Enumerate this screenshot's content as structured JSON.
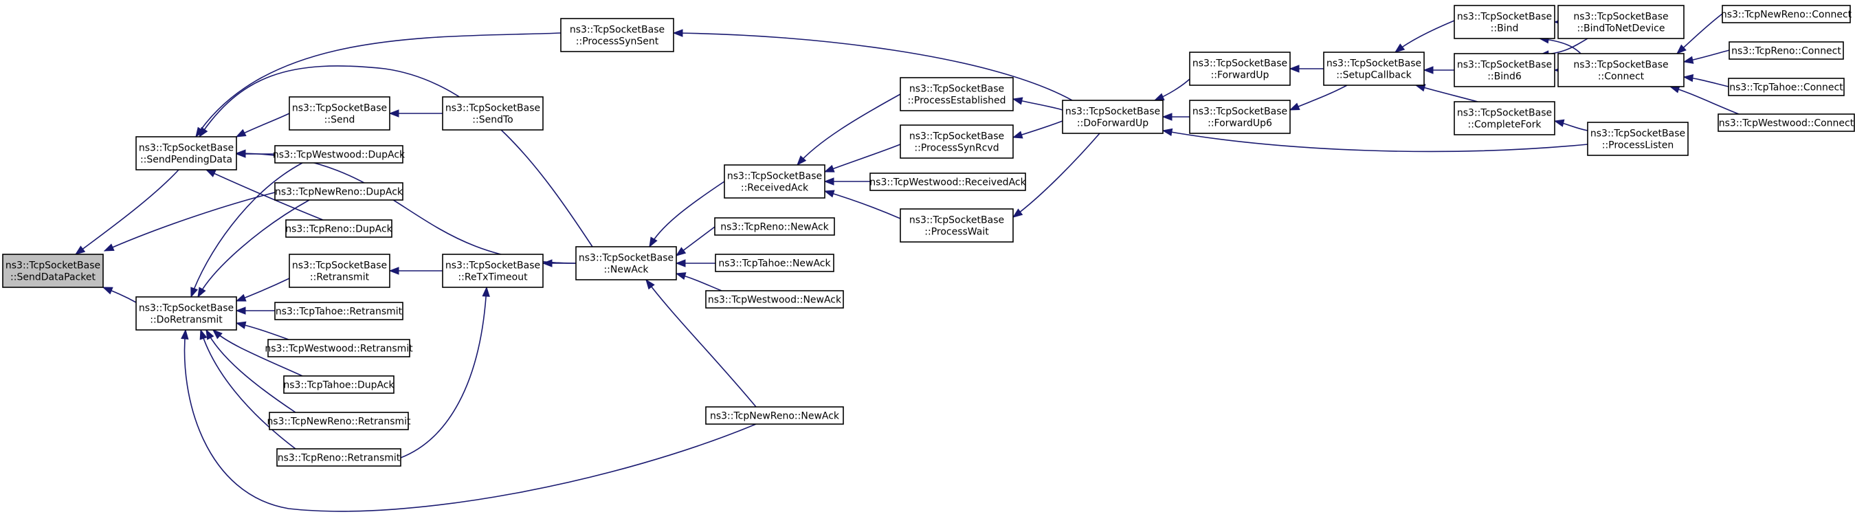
{
  "colors": {
    "edge": "#191970",
    "node_fill": "#ffffff",
    "root_fill": "#bfbfbf",
    "border": "#000000"
  },
  "nodes": [
    {
      "id": "sdp",
      "lines": [
        "ns3::TcpSocketBase",
        "::SendDataPacket"
      ],
      "root": true
    },
    {
      "id": "spd",
      "lines": [
        "ns3::TcpSocketBase",
        "::SendPendingData"
      ]
    },
    {
      "id": "dr",
      "lines": [
        "ns3::TcpSocketBase",
        "::DoRetransmit"
      ]
    },
    {
      "id": "pss",
      "lines": [
        "ns3::TcpSocketBase",
        "::ProcessSynSent"
      ]
    },
    {
      "id": "send",
      "lines": [
        "ns3::TcpSocketBase",
        "::Send"
      ]
    },
    {
      "id": "sendto",
      "lines": [
        "ns3::TcpSocketBase",
        "::SendTo"
      ]
    },
    {
      "id": "twda",
      "lines": [
        "ns3::TcpWestwood::DupAck"
      ]
    },
    {
      "id": "tnrda",
      "lines": [
        "ns3::TcpNewReno::DupAck"
      ]
    },
    {
      "id": "trda",
      "lines": [
        "ns3::TcpReno::DupAck"
      ]
    },
    {
      "id": "retx",
      "lines": [
        "ns3::TcpSocketBase",
        "::Retransmit"
      ]
    },
    {
      "id": "rtt",
      "lines": [
        "ns3::TcpSocketBase",
        "::ReTxTimeout"
      ]
    },
    {
      "id": "ttr",
      "lines": [
        "ns3::TcpTahoe::Retransmit"
      ]
    },
    {
      "id": "twr",
      "lines": [
        "ns3::TcpWestwood::Retransmit"
      ]
    },
    {
      "id": "ttda",
      "lines": [
        "ns3::TcpTahoe::DupAck"
      ]
    },
    {
      "id": "tnrr",
      "lines": [
        "ns3::TcpNewReno::Retransmit"
      ]
    },
    {
      "id": "trr",
      "lines": [
        "ns3::TcpReno::Retransmit"
      ]
    },
    {
      "id": "na",
      "lines": [
        "ns3::TcpSocketBase",
        "::NewAck"
      ]
    },
    {
      "id": "ra",
      "lines": [
        "ns3::TcpSocketBase",
        "::ReceivedAck"
      ]
    },
    {
      "id": "trna",
      "lines": [
        "ns3::TcpReno::NewAck"
      ]
    },
    {
      "id": "ttna",
      "lines": [
        "ns3::TcpTahoe::NewAck"
      ]
    },
    {
      "id": "twna",
      "lines": [
        "ns3::TcpWestwood::NewAck"
      ]
    },
    {
      "id": "tnrna",
      "lines": [
        "ns3::TcpNewReno::NewAck"
      ]
    },
    {
      "id": "pe",
      "lines": [
        "ns3::TcpSocketBase",
        "::ProcessEstablished"
      ]
    },
    {
      "id": "psr",
      "lines": [
        "ns3::TcpSocketBase",
        "::ProcessSynRcvd"
      ]
    },
    {
      "id": "twra",
      "lines": [
        "ns3::TcpWestwood::ReceivedAck"
      ]
    },
    {
      "id": "pw",
      "lines": [
        "ns3::TcpSocketBase",
        "::ProcessWait"
      ]
    },
    {
      "id": "dfu",
      "lines": [
        "ns3::TcpSocketBase",
        "::DoForwardUp"
      ]
    },
    {
      "id": "fu",
      "lines": [
        "ns3::TcpSocketBase",
        "::ForwardUp"
      ]
    },
    {
      "id": "fu6",
      "lines": [
        "ns3::TcpSocketBase",
        "::ForwardUp6"
      ]
    },
    {
      "id": "scb",
      "lines": [
        "ns3::TcpSocketBase",
        "::SetupCallback"
      ]
    },
    {
      "id": "bind",
      "lines": [
        "ns3::TcpSocketBase",
        "::Bind"
      ]
    },
    {
      "id": "bind6",
      "lines": [
        "ns3::TcpSocketBase",
        "::Bind6"
      ]
    },
    {
      "id": "cf",
      "lines": [
        "ns3::TcpSocketBase",
        "::CompleteFork"
      ]
    },
    {
      "id": "btnd",
      "lines": [
        "ns3::TcpSocketBase",
        "::BindToNetDevice"
      ]
    },
    {
      "id": "conn",
      "lines": [
        "ns3::TcpSocketBase",
        "::Connect"
      ]
    },
    {
      "id": "pl",
      "lines": [
        "ns3::TcpSocketBase",
        "::ProcessListen"
      ]
    },
    {
      "id": "tnrc",
      "lines": [
        "ns3::TcpNewReno::Connect"
      ]
    },
    {
      "id": "trc",
      "lines": [
        "ns3::TcpReno::Connect"
      ]
    },
    {
      "id": "ttc",
      "lines": [
        "ns3::TcpTahoe::Connect"
      ]
    },
    {
      "id": "twc",
      "lines": [
        "ns3::TcpWestwood::Connect"
      ]
    }
  ],
  "edges": [
    {
      "from": "spd",
      "to": "sdp"
    },
    {
      "from": "dr",
      "to": "sdp"
    },
    {
      "from": "tnrda",
      "to": "sdp"
    },
    {
      "from": "na",
      "to": "sdp"
    },
    {
      "from": "pss",
      "to": "spd"
    },
    {
      "from": "send",
      "to": "spd"
    },
    {
      "from": "twda",
      "to": "spd"
    },
    {
      "from": "trda",
      "to": "spd"
    },
    {
      "from": "na",
      "to": "spd"
    },
    {
      "from": "retx",
      "to": "dr"
    },
    {
      "from": "ttr",
      "to": "dr"
    },
    {
      "from": "twr",
      "to": "dr"
    },
    {
      "from": "ttda",
      "to": "dr"
    },
    {
      "from": "tnrr",
      "to": "dr"
    },
    {
      "from": "trr",
      "to": "dr"
    },
    {
      "from": "twda",
      "to": "dr"
    },
    {
      "from": "tnrda",
      "to": "dr"
    },
    {
      "from": "tnrna",
      "to": "dr"
    },
    {
      "from": "sendto",
      "to": "send"
    },
    {
      "from": "rtt",
      "to": "retx"
    },
    {
      "from": "na",
      "to": "rtt"
    },
    {
      "from": "trr",
      "to": "rtt"
    },
    {
      "from": "ra",
      "to": "na"
    },
    {
      "from": "trna",
      "to": "na"
    },
    {
      "from": "ttna",
      "to": "na"
    },
    {
      "from": "twna",
      "to": "na"
    },
    {
      "from": "tnrna",
      "to": "na"
    },
    {
      "from": "pe",
      "to": "ra"
    },
    {
      "from": "psr",
      "to": "ra"
    },
    {
      "from": "twra",
      "to": "ra"
    },
    {
      "from": "pw",
      "to": "ra"
    },
    {
      "from": "dfu",
      "to": "pe"
    },
    {
      "from": "dfu",
      "to": "psr"
    },
    {
      "from": "dfu",
      "to": "pw"
    },
    {
      "from": "dfu",
      "to": "pss"
    },
    {
      "from": "fu",
      "to": "dfu"
    },
    {
      "from": "fu6",
      "to": "dfu"
    },
    {
      "from": "pl",
      "to": "dfu"
    },
    {
      "from": "scb",
      "to": "fu"
    },
    {
      "from": "scb",
      "to": "fu6"
    },
    {
      "from": "bind",
      "to": "scb"
    },
    {
      "from": "bind6",
      "to": "scb"
    },
    {
      "from": "cf",
      "to": "scb"
    },
    {
      "from": "btnd",
      "to": "bind"
    },
    {
      "from": "conn",
      "to": "bind"
    },
    {
      "from": "btnd",
      "to": "bind6"
    },
    {
      "from": "conn",
      "to": "bind6"
    },
    {
      "from": "pl",
      "to": "cf"
    },
    {
      "from": "tnrc",
      "to": "conn"
    },
    {
      "from": "trc",
      "to": "conn"
    },
    {
      "from": "ttc",
      "to": "conn"
    },
    {
      "from": "twc",
      "to": "conn"
    }
  ]
}
